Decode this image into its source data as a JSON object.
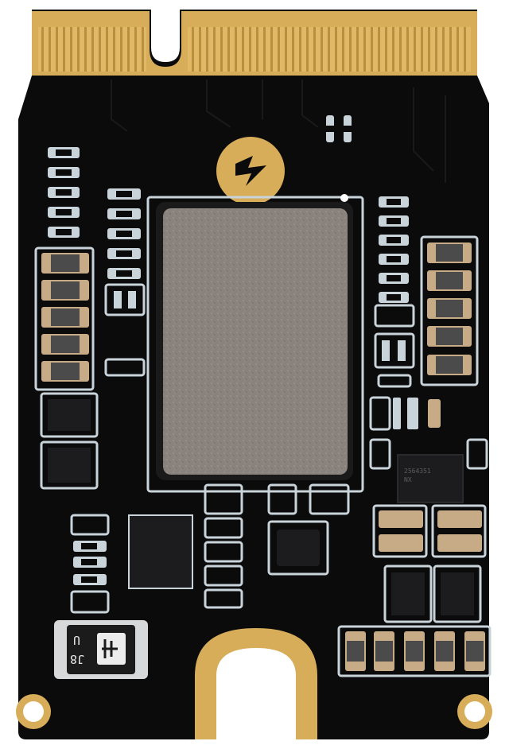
{
  "product": {
    "type": "M.2 2230 NVMe SSD circuit board",
    "logo_icon": "lightning-bolt-icon",
    "silkscreen_labels": [
      "J8",
      "U"
    ],
    "chip_markings": [
      "2564351",
      "NX"
    ]
  },
  "colors": {
    "pcb": "#0b0b0c",
    "gold": "#d7ad5a",
    "gold_dark": "#b88e3f",
    "pad": "#c9d3da",
    "controller": "#8a827c",
    "component_tan": "#c7aa86"
  }
}
